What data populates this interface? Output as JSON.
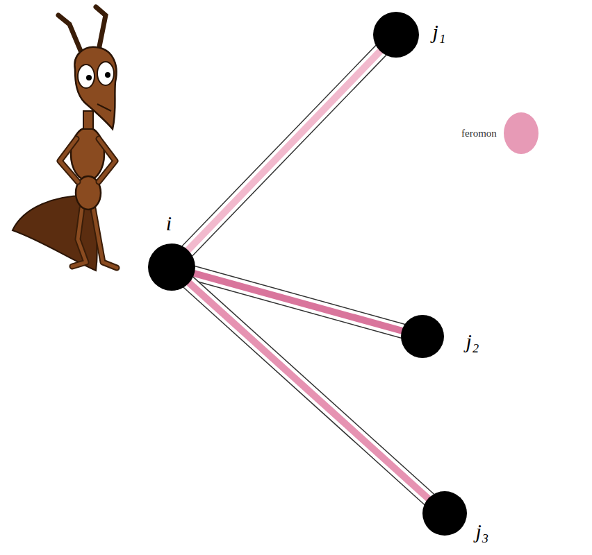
{
  "diagram": {
    "nodes": [
      {
        "text": [
          "i"
        ]
      },
      {
        "text": [
          "j₁"
        ]
      },
      {
        "text": [
          "j₂"
        ]
      },
      {
        "text": [
          "j₃"
        ]
      }
    ],
    "edges": [
      {
        "from": 0,
        "to": 1,
        "arrow": "none"
      },
      {
        "from": 0,
        "to": 2,
        "arrow": "none"
      },
      {
        "from": 0,
        "to": 3,
        "arrow": "none"
      }
    ],
    "legend": [
      {
        "text": "feromon",
        "color": "#e79ab6"
      }
    ]
  }
}
